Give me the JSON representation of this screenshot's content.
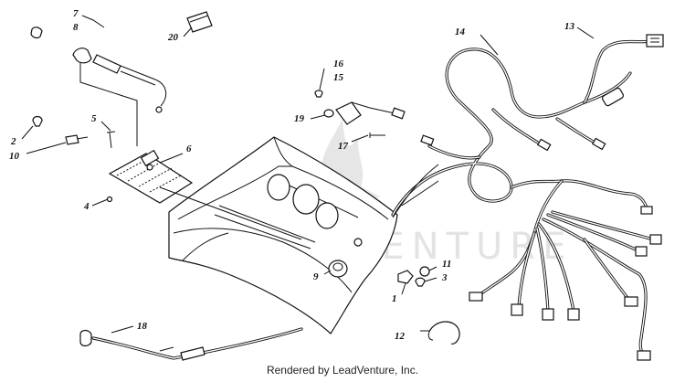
{
  "watermark": {
    "text": "LEADVENTURE"
  },
  "footer": {
    "text": "Rendered by LeadVenture, Inc."
  },
  "callouts": [
    "1",
    "2",
    "3",
    "4",
    "5",
    "6",
    "7",
    "8",
    "9",
    "10",
    "11",
    "12",
    "13",
    "14",
    "15",
    "16",
    "17",
    "18",
    "19",
    "20"
  ],
  "parts": [
    {
      "id": "console-panel",
      "callout": ""
    },
    {
      "id": "gauge-mount-plate",
      "callout": "6"
    },
    {
      "id": "throttle-cable",
      "callout": "7"
    },
    {
      "id": "wiring-harness-main",
      "callout": "14"
    },
    {
      "id": "wiring-harness-secondary",
      "callout": "13"
    },
    {
      "id": "ground-wire",
      "callout": "18"
    },
    {
      "id": "relay",
      "callout": "15"
    },
    {
      "id": "wire-tie",
      "callout": "12"
    },
    {
      "id": "plug",
      "callout": "20"
    },
    {
      "id": "grommet",
      "callout": "9"
    }
  ]
}
